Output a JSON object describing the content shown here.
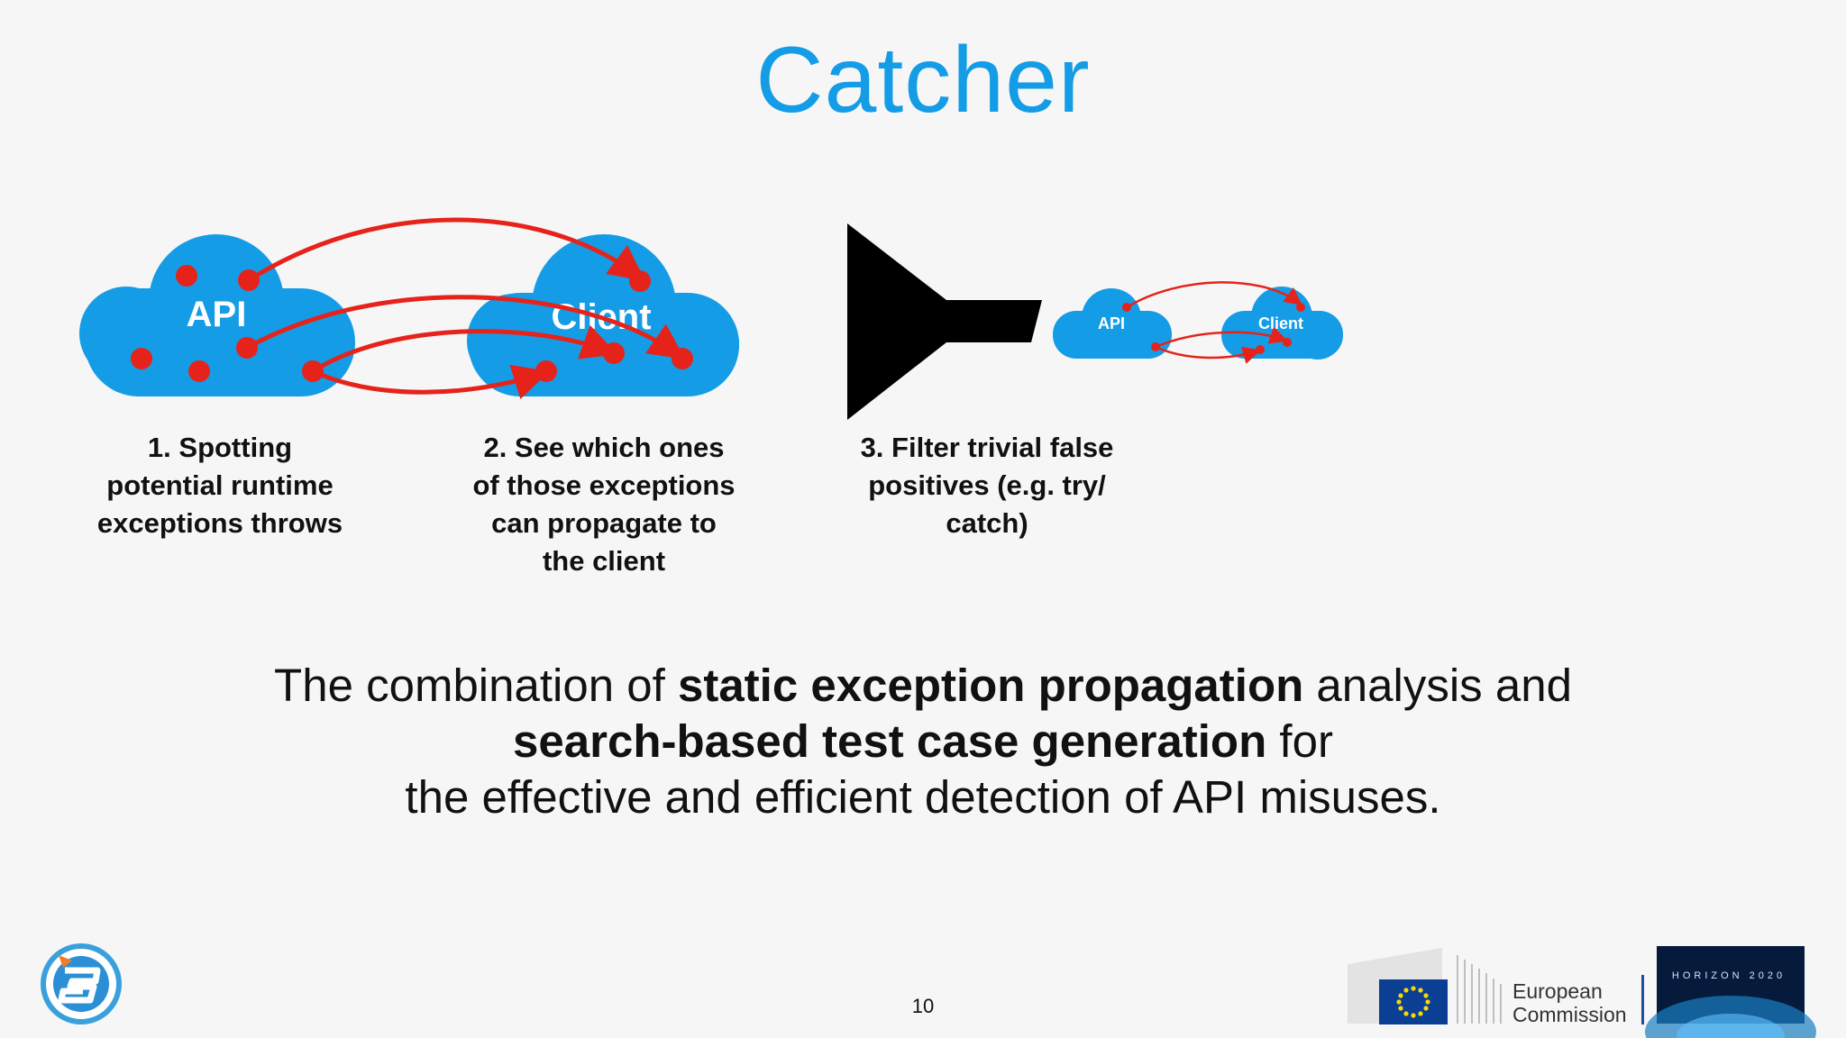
{
  "title": "Catcher",
  "diagram": {
    "api_label": "API",
    "client_label": "Client",
    "small_api_label": "API",
    "small_client_label": "Client",
    "accent_color": "#149ce6",
    "exception_color": "#e5231b",
    "filter_icon": "funnel-icon"
  },
  "steps": [
    {
      "lines": [
        "1. Spotting",
        "potential runtime",
        "exceptions throws"
      ]
    },
    {
      "lines": [
        "2. See which ones",
        "of those exceptions",
        "can propagate to",
        "the client"
      ]
    },
    {
      "lines": [
        "3. Filter trivial false",
        "positives (e.g. try/",
        "catch)"
      ]
    }
  ],
  "summary": {
    "l1_a": "The combination of ",
    "l1_b": "static exception propagation",
    "l1_c": " analysis and",
    "l2_a": "search-based test case generation",
    "l2_b": " for",
    "l3": "the effective and efficient detection of API misuses."
  },
  "page_number": "10",
  "footer": {
    "ec_line1": "European",
    "ec_line2": "Commission",
    "horizon_text": "HORIZON 2020"
  }
}
